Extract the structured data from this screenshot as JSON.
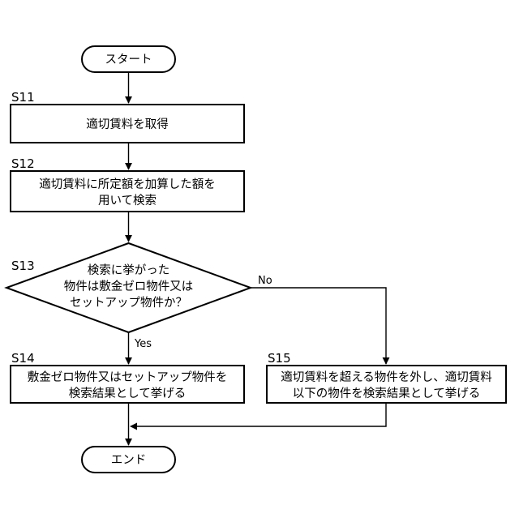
{
  "flowchart": {
    "start": {
      "label": "スタート"
    },
    "s11": {
      "step": "S11",
      "text": [
        "適切賃料を取得"
      ]
    },
    "s12": {
      "step": "S12",
      "text": [
        "適切賃料に所定額を加算した額を",
        "用いて検索"
      ]
    },
    "s13": {
      "step": "S13",
      "text": [
        "検索に挙がった",
        "物件は敷金ゼロ物件又は",
        "セットアップ物件か？"
      ],
      "yes_label": "Yes",
      "no_label": "No"
    },
    "s14": {
      "step": "S14",
      "text": [
        "敷金ゼロ物件又はセットアップ物件を",
        "検索結果として挙げる"
      ]
    },
    "s15": {
      "step": "S15",
      "text": [
        "適切賃料を超える物件を外し、適切賃料",
        "以下の物件を検索結果として挙げる"
      ]
    },
    "end": {
      "label": "エンド"
    }
  }
}
